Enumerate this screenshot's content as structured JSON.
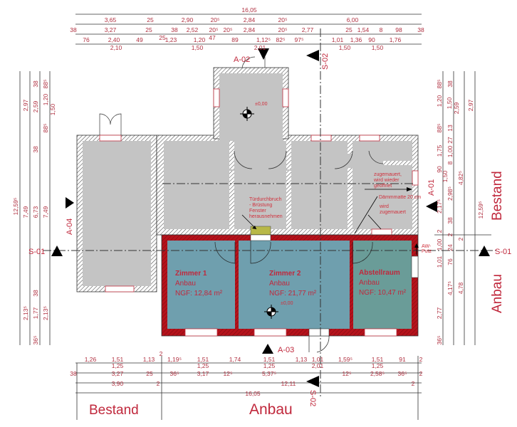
{
  "plan": {
    "labels": {
      "bestand_bottom": "Bestand",
      "anbau_bottom": "Anbau",
      "bestand_right": "Bestand",
      "anbau_right": "Anbau"
    },
    "sections": {
      "a01": "A-01",
      "a02": "A-02",
      "a03": "A-03",
      "a04": "A-04",
      "s01_left": "S-01",
      "s01_right": "S-01",
      "s02_top": "S-02",
      "s02_bottom": "S-02"
    },
    "rooms": [
      {
        "name": "Zimmer 1",
        "type": "Anbau",
        "area": "NGF: 12,84 m²"
      },
      {
        "name": "Zimmer 2",
        "type": "Anbau",
        "area": "NGF: 21,77 m²"
      },
      {
        "name": "Abstellraum",
        "type": "Anbau",
        "area": "NGF: 10,47 m²"
      }
    ],
    "levels": {
      "tower": "±0,00",
      "zimmer2": "±0,00"
    },
    "notes": {
      "tuerdurchbruch": [
        "Türdurchbruch",
        "- Brüstung",
        "Fenster",
        "herausnehmen"
      ],
      "zugemauert_geoeffnet": [
        "zugemauert,",
        "wird wieder",
        "geöffnet"
      ],
      "daemmmatte": "Dämmmatte 20 cm",
      "wird_zugemauert": [
        "wird",
        "zugemauert"
      ],
      "aw_putz": [
        "AW-",
        "Putz"
      ]
    },
    "colors": {
      "room": "#6f9fae",
      "storage": "#6a9c98",
      "new_wall": "#b5121b",
      "old_floor": "#c4c4c4",
      "dim_text": "#b03040"
    },
    "dims": {
      "top": [
        "16,05",
        "3,65",
        "25",
        "2,90",
        "20⁵",
        "2,84",
        "20⁵",
        "6,00",
        "38",
        "3,27",
        "25",
        "25",
        "38",
        "2,52",
        "20⁵",
        "47",
        "20⁵",
        "2,84",
        "20⁵",
        "2,77",
        "25",
        "1,54",
        "8",
        "98",
        "38",
        "76",
        "2,40",
        "49",
        "1,23",
        "1,20",
        "89",
        "1,12⁵",
        "82⁵",
        "97⁵",
        "1,01",
        "1,36",
        "90",
        "1,76",
        "2,10",
        "1,50",
        "2,01",
        "1,50",
        "1,50"
      ],
      "bottom": [
        "1,26",
        "1,51",
        "1,13",
        "2",
        "1,19⁵",
        "1,51",
        "1,74",
        "1,51",
        "1,13",
        "1,01",
        "1,59⁵",
        "1,51",
        "91",
        "2",
        "1,25",
        "1,25",
        "1,25",
        "2,01",
        "1,25",
        "38",
        "3,27",
        "25",
        "36⁵",
        "3,17",
        "12⁵",
        "5,37⁵",
        "12⁵",
        "2,58⁵",
        "36⁵",
        "2",
        "3,90",
        "2",
        "12,11",
        "2",
        "16,05"
      ],
      "left": [
        "12,59⁵",
        "2,97",
        "7,49",
        "2,13⁵",
        "38",
        "2,59",
        "38",
        "6,73",
        "38",
        "1,77",
        "36⁵",
        "88⁵",
        "1,20",
        "1,50",
        "88⁵",
        "7,49",
        "2,13⁵"
      ],
      "right": [
        "88⁵",
        "1,20",
        "88⁵",
        "1,75",
        "90",
        "2,17⁵",
        "2",
        "1,00",
        "1,01",
        "2,77",
        "36⁵",
        "38",
        "1,50",
        "13",
        "27",
        "1,00",
        "8",
        "1,50",
        "2,98⁵",
        "38",
        "2",
        "24",
        "76",
        "4,17⁵",
        "2,59",
        "4,82⁵",
        "2",
        "4,78",
        "2,97",
        "12,59⁵"
      ]
    }
  }
}
